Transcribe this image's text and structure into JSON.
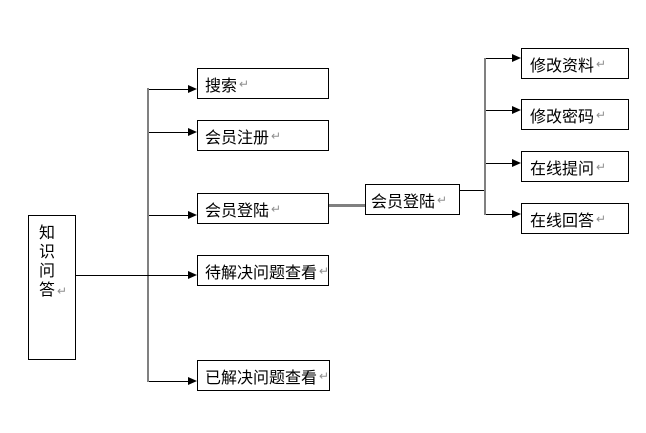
{
  "return_mark": "↵",
  "nodes": {
    "root": {
      "id": "knowledge-qa",
      "label": "知识问答",
      "chars": [
        "知",
        "识",
        "问",
        "答"
      ]
    },
    "level1": [
      {
        "id": "search",
        "label": "搜索"
      },
      {
        "id": "member-register",
        "label": "会员注册"
      },
      {
        "id": "member-login",
        "label": "会员登陆"
      },
      {
        "id": "pending-question-view",
        "label": "待解决问题查看"
      },
      {
        "id": "solved-question-view",
        "label": "已解决问题查看"
      }
    ],
    "level2": [
      {
        "id": "member-login-secondary",
        "label": "会员登陆"
      }
    ],
    "level3": [
      {
        "id": "edit-profile",
        "label": "修改资料"
      },
      {
        "id": "edit-password",
        "label": "修改密码"
      },
      {
        "id": "online-ask",
        "label": "在线提问"
      },
      {
        "id": "online-answer",
        "label": "在线回答"
      }
    ]
  },
  "edges": [
    {
      "from": "knowledge-qa",
      "to": "search"
    },
    {
      "from": "knowledge-qa",
      "to": "member-register"
    },
    {
      "from": "knowledge-qa",
      "to": "member-login"
    },
    {
      "from": "knowledge-qa",
      "to": "pending-question-view"
    },
    {
      "from": "knowledge-qa",
      "to": "solved-question-view"
    },
    {
      "from": "member-login",
      "to": "member-login-secondary"
    },
    {
      "from": "member-login-secondary",
      "to": "edit-profile"
    },
    {
      "from": "member-login-secondary",
      "to": "edit-password"
    },
    {
      "from": "member-login-secondary",
      "to": "online-ask"
    },
    {
      "from": "member-login-secondary",
      "to": "online-answer"
    }
  ],
  "colors": {
    "line": "#000000",
    "trunk": "#808080",
    "connector": "#808080",
    "box_border": "#000000",
    "background": "#ffffff",
    "text": "#000000",
    "return_mark": "#8f8f8f"
  }
}
